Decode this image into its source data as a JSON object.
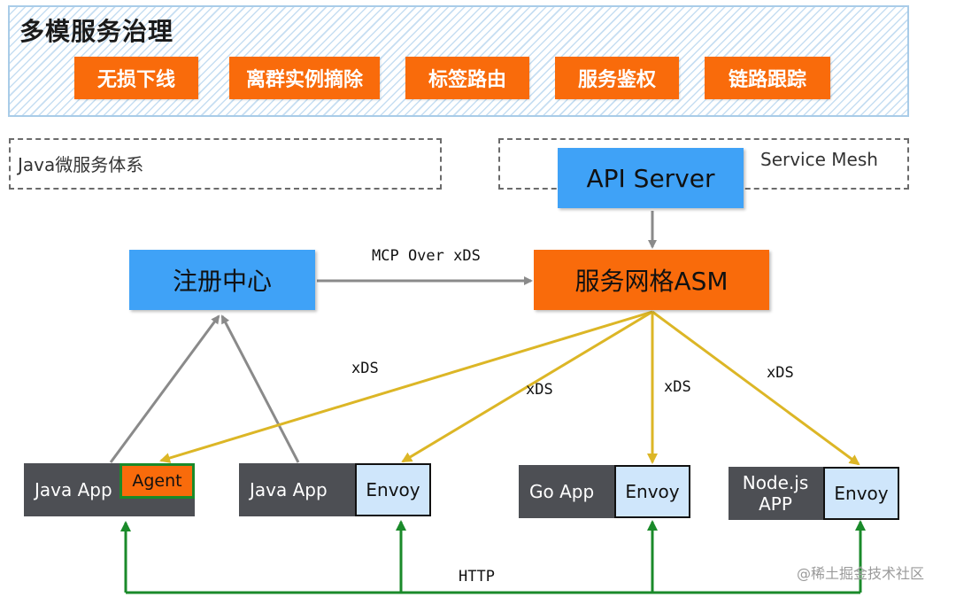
{
  "governance": {
    "title": "多模服务治理",
    "features": [
      "无损下线",
      "离群实例摘除",
      "标签路由",
      "服务鉴权",
      "链路跟踪"
    ]
  },
  "java_system": {
    "label": "Java微服务体系"
  },
  "mesh_system": {
    "label": "Service Mesh"
  },
  "nodes": {
    "api_server": "API Server",
    "registry": "注册中心",
    "asm": "服务网格ASM"
  },
  "edges": {
    "mcp": "MCP Over xDS",
    "xds_1": "xDS",
    "xds_2": "xDS",
    "xds_3": "xDS",
    "xds_4": "xDS",
    "http": "HTTP"
  },
  "apps": {
    "java_agent": {
      "name": "Java App",
      "sidecar": "Agent"
    },
    "java_envoy": {
      "name": "Java App",
      "sidecar": "Envoy"
    },
    "go_envoy": {
      "name": "Go App",
      "sidecar": "Envoy"
    },
    "node_envoy": {
      "name_line1": "Node.js",
      "name_line2": "APP",
      "sidecar": "Envoy"
    }
  },
  "colors": {
    "orange": "#f96b0b",
    "blue": "#3fa2f7",
    "app_gray": "#4d4f54",
    "envoy_blue": "#cfe6fb",
    "xds_yellow": "#dcb626",
    "http_green": "#1a8a2a",
    "arrow_gray": "#8a8a8a"
  },
  "watermark": "@稀土掘金技术社区"
}
